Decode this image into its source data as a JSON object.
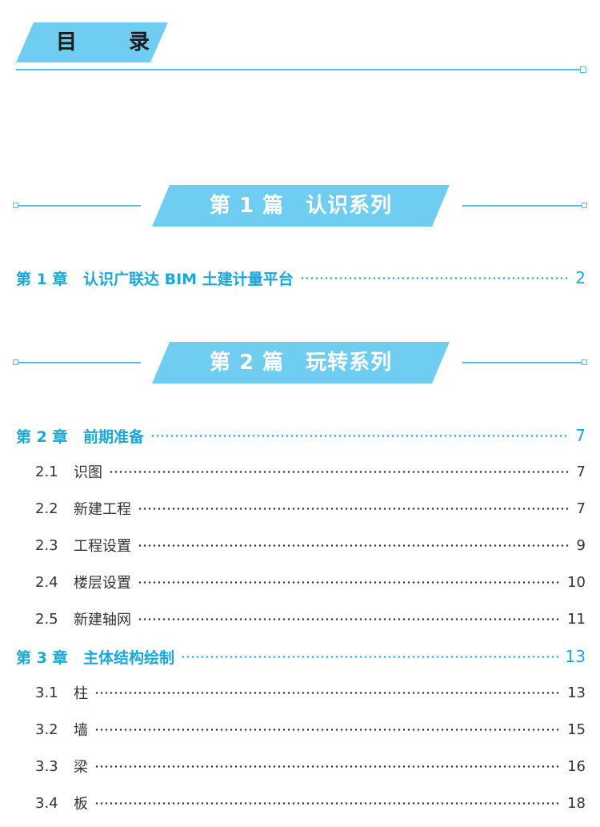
{
  "header": {
    "title": "目 录"
  },
  "parts": [
    {
      "label": "第 1 篇　认识系列"
    },
    {
      "label": "第 2 篇　玩转系列"
    }
  ],
  "chapters": [
    {
      "num": "第 1 章",
      "title": "认识广联达 BIM 土建计量平台",
      "page": "2"
    },
    {
      "num": "第 2 章",
      "title": "前期准备",
      "page": "7"
    },
    {
      "num": "第 3 章",
      "title": "主体结构绘制",
      "page": "13"
    }
  ],
  "sections": [
    {
      "num": "2.1",
      "title": "识图",
      "page": "7"
    },
    {
      "num": "2.2",
      "title": "新建工程",
      "page": "7"
    },
    {
      "num": "2.3",
      "title": "工程设置",
      "page": "9"
    },
    {
      "num": "2.4",
      "title": "楼层设置",
      "page": "10"
    },
    {
      "num": "2.5",
      "title": "新建轴网",
      "page": "11"
    },
    {
      "num": "3.1",
      "title": "柱",
      "page": "13"
    },
    {
      "num": "3.2",
      "title": "墙",
      "page": "15"
    },
    {
      "num": "3.3",
      "title": "梁",
      "page": "16"
    },
    {
      "num": "3.4",
      "title": "板",
      "page": "18"
    }
  ],
  "colors": {
    "accent": "#6fcdf2",
    "line": "#4cc3ee",
    "chapter_text": "#19a8dc",
    "section_text": "#333333"
  }
}
